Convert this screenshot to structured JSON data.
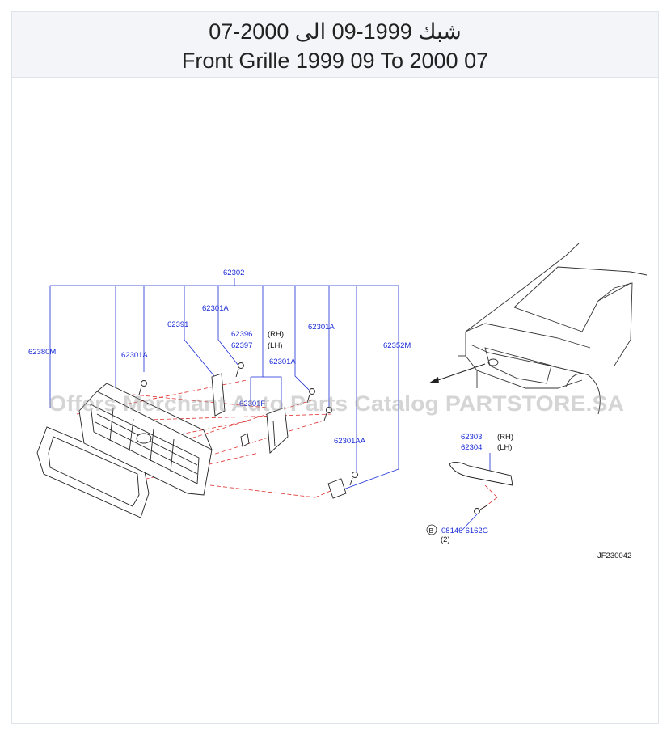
{
  "header": {
    "title_ar": "شبك 1999-09 الى 2000-07",
    "title_en": "Front Grille 1999 09 To 2000 07"
  },
  "diagram": {
    "labels": {
      "p62302": "62302",
      "p62380M": "62380M",
      "p62301A_left": "62301A",
      "p62391": "62391",
      "p62301A_top": "62301A",
      "p62396": "62396",
      "p62397": "62397",
      "rh1": "(RH)",
      "lh1": "(LH)",
      "p62301A_mid": "62301A",
      "p62301A_right": "62301A",
      "p62352M": "62352M",
      "p62301AA": "62301AA",
      "p62303": "62303",
      "p62304": "62304",
      "rh2": "(RH)",
      "lh2": "(LH)",
      "bolt_ref": "B",
      "bolt_code": "08146-6162G",
      "bolt_qty": "(2)",
      "clip_code": "62301F",
      "diagram_id": "JF230042"
    },
    "watermark": "Offers Merchant Auto Parts Catalog PARTSTORE.SA",
    "colors": {
      "label": "#1a2bd6",
      "leader": "#1a2bd6",
      "dashed_guide": "#e03030",
      "outline": "#222222"
    }
  }
}
